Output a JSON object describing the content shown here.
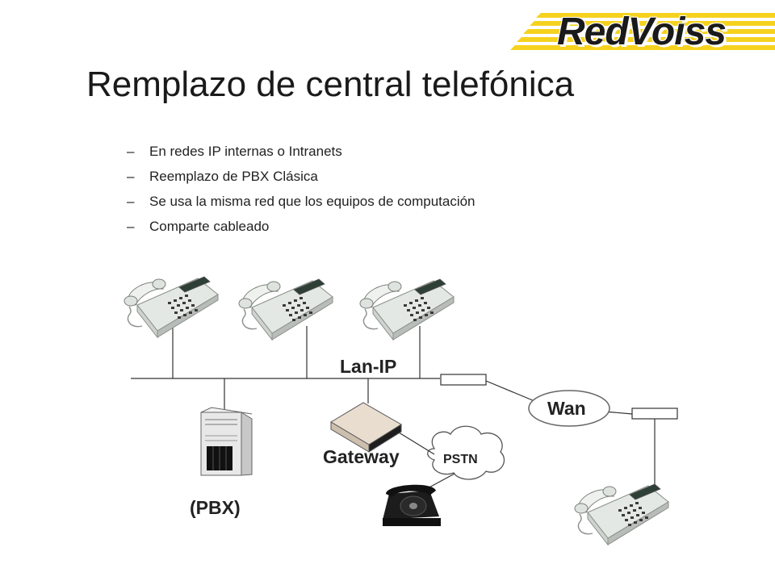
{
  "logo": {
    "text": "RedVoiss"
  },
  "title": "Remplazo de central telefónica",
  "bullets": [
    {
      "dash": "–",
      "text": "En redes IP internas o Intranets"
    },
    {
      "dash": "–",
      "text": "Reemplazo de PBX Clásica"
    },
    {
      "dash": "–",
      "text": "Se usa la misma red que los equipos de computación"
    },
    {
      "dash": "–",
      "text": "Comparte cableado"
    }
  ],
  "diagram": {
    "lan_label": "Lan-IP",
    "wan_label": "Wan",
    "pstn_label": "PSTN",
    "gateway_label": "Gateway",
    "pbx_label": "(PBX)"
  },
  "colors": {
    "logo_stripes": "#f5d21e",
    "text": "#1a1a1a",
    "line": "#333333"
  }
}
